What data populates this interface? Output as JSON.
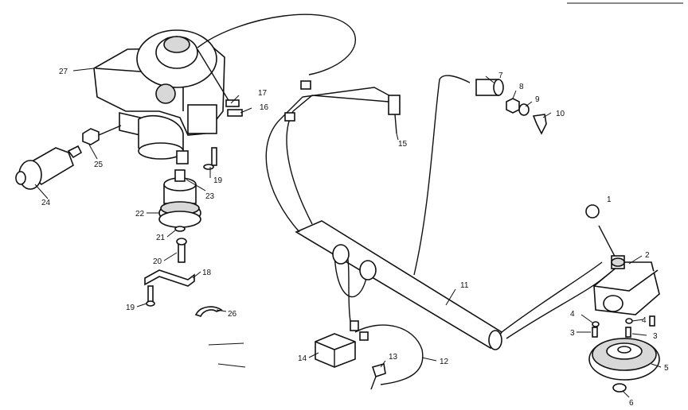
{
  "callouts": {
    "c1a": "1",
    "c2": "2",
    "c3a": "3",
    "c3b": "3",
    "c4a": "4",
    "c4b": "4",
    "c5": "5",
    "c6": "6",
    "c7": "7",
    "c8": "8",
    "c9": "9",
    "c10": "10",
    "c11": "11",
    "c12": "12",
    "c13": "13",
    "c14": "14",
    "c15": "15",
    "c16": "16",
    "c17": "17",
    "c18": "18",
    "c19a": "19",
    "c19b": "19",
    "c20": "20",
    "c21": "21",
    "c22": "22",
    "c23": "23",
    "c24": "24",
    "c25": "25",
    "c26": "26",
    "c27": "27"
  }
}
